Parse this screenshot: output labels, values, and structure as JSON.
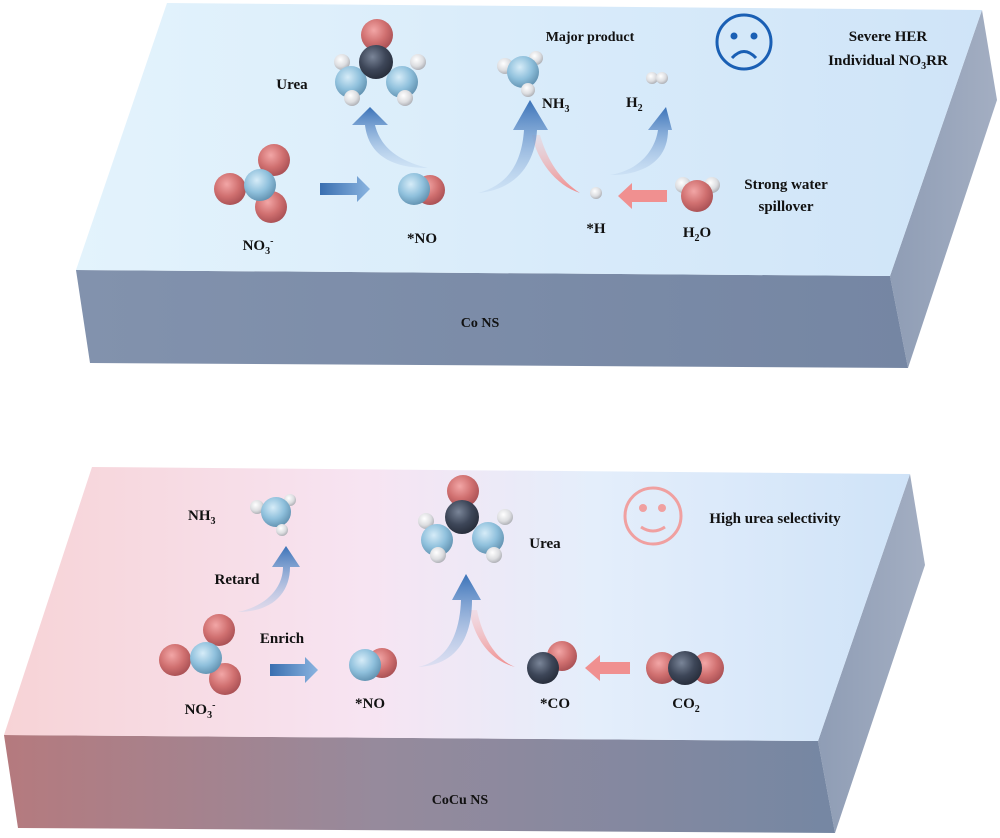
{
  "panels": [
    {
      "id": "co",
      "substrate_label": "Co NS",
      "face": "sad",
      "face_color": "#1a5fb4",
      "status_lines": [
        "Severe HER",
        "Individual NO",
        "3",
        "RR"
      ],
      "labels": {
        "urea": "Urea",
        "major_product": "Major product",
        "nh3_main": "NH",
        "nh3_sub": "3",
        "h2_main": "H",
        "h2_sub": "2",
        "no3_main": "NO",
        "no3_sub": "3",
        "no3_sup": "-",
        "no_ads": "*NO",
        "h_ads": "*H",
        "h2o_main": "H",
        "h2o_sub": "2",
        "h2o_tail": "O",
        "water_spillover_1": "Strong water",
        "water_spillover_2": "spillover"
      }
    },
    {
      "id": "cocu",
      "substrate_label": "CoCu NS",
      "face": "happy",
      "face_color": "#f0a0a0",
      "status_line": "High urea selectivity",
      "labels": {
        "nh3_main": "NH",
        "nh3_sub": "3",
        "retard": "Retard",
        "enrich": "Enrich",
        "urea": "Urea",
        "no3_main": "NO",
        "no3_sub": "3",
        "no3_sup": "-",
        "no_ads": "*NO",
        "co_ads": "*CO",
        "co2_main": "CO",
        "co2_sub": "2"
      }
    }
  ],
  "colors": {
    "oxygen": "#d07070",
    "nitrogen": "#8fc0dc",
    "carbon": "#3d4658",
    "hydrogen": "#e8e8ea",
    "blue_arrow": "#3a72b8",
    "red_arrow": "#f09090"
  }
}
